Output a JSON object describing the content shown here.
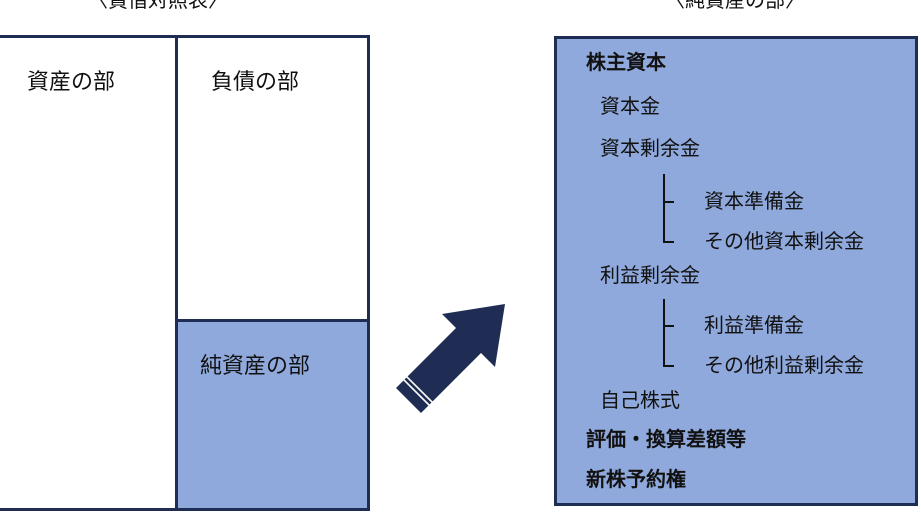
{
  "balance_sheet": {
    "caption": "〈貸借対照表〉",
    "assets": "資産の部",
    "liabilities": "負債の部",
    "net_assets": "純資産の部"
  },
  "net_assets_detail": {
    "caption": "〈純資産の部〉",
    "shareholders_equity": "株主資本",
    "capital_stock": "資本金",
    "capital_surplus": "資本剰余金",
    "capital_reserve": "資本準備金",
    "other_capital_surplus": "その他資本剰余金",
    "retained_earnings": "利益剰余金",
    "legal_retained_earnings": "利益準備金",
    "other_retained_earnings": "その他利益剰余金",
    "treasury_stock": "自己株式",
    "valuation_adjustments": "評価・換算差額等",
    "stock_acquisition_rights": "新株予約権"
  },
  "colors": {
    "border": "#1f2d55",
    "highlight_fill": "#8fa9dc",
    "arrow": "#1f2d55"
  },
  "icons": {
    "arrow": "arrow-up-right-icon"
  }
}
